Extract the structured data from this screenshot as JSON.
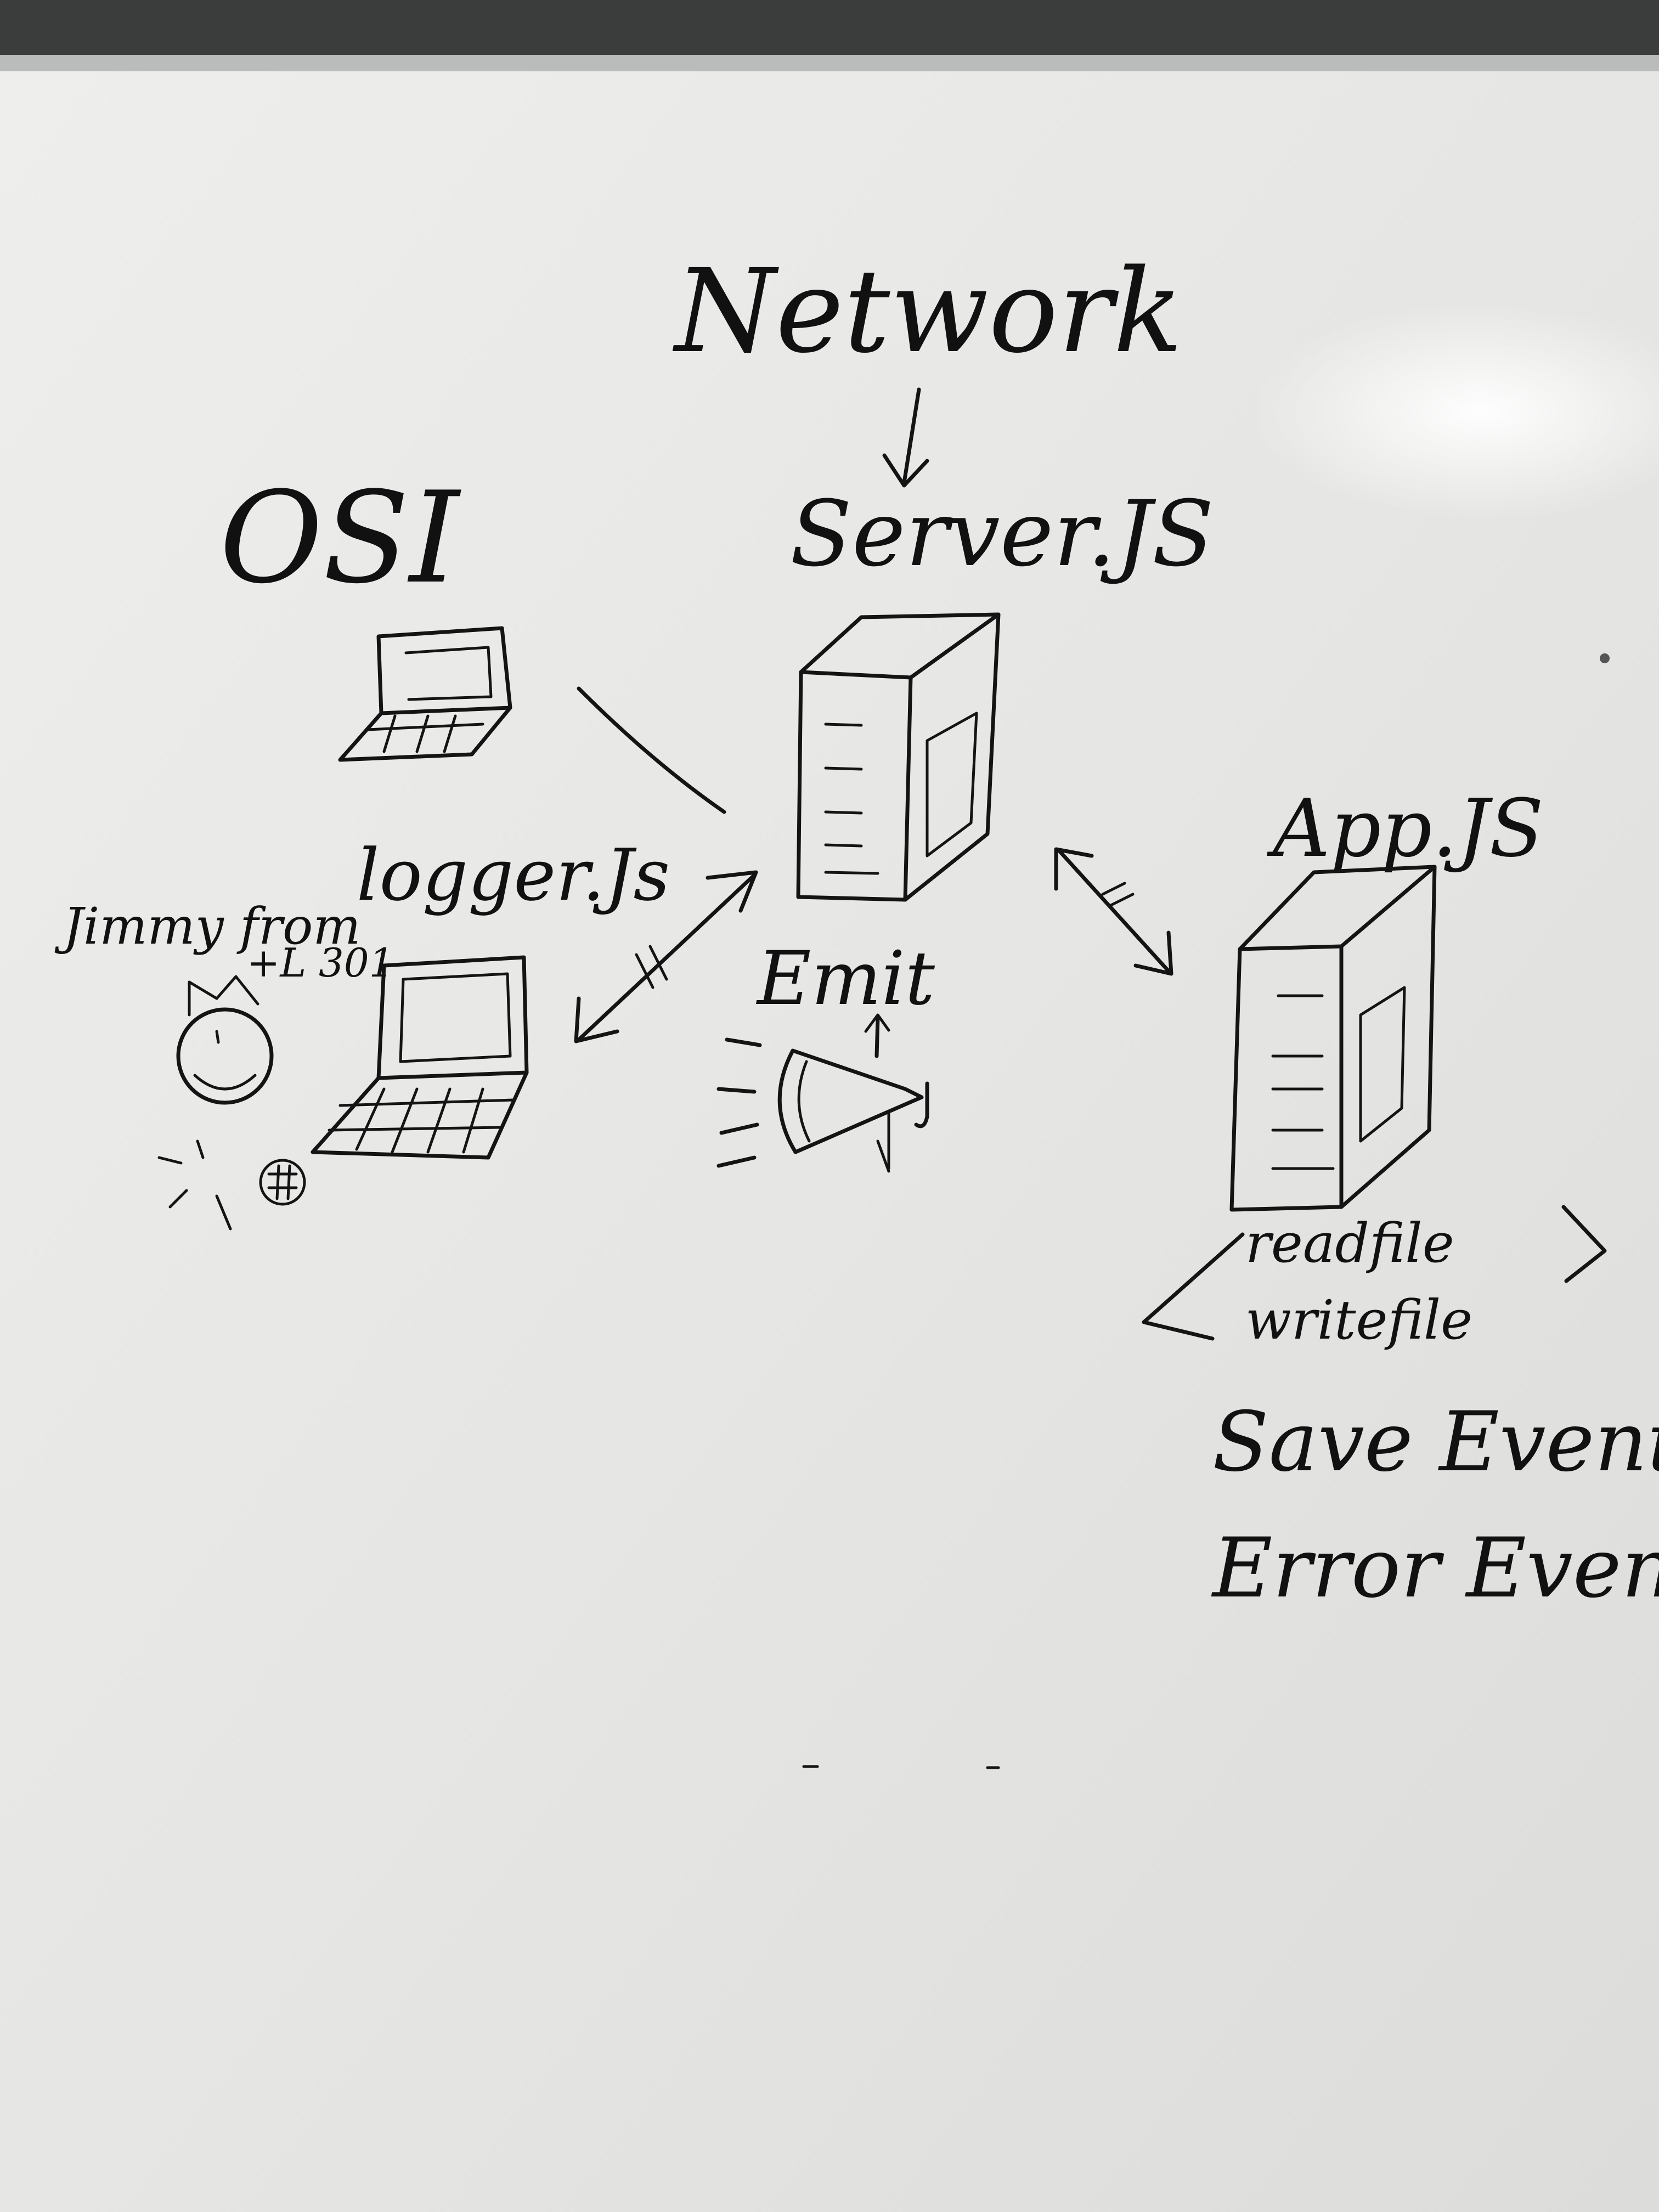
{
  "labels": {
    "network": "Network",
    "server": "Server.JS",
    "osi": "OSI",
    "logger": "logger.Js",
    "jimmy_line1": "Jimmy from",
    "jimmy_line2": "+L 301",
    "emit": "Emit",
    "app": "App.JS",
    "readfile": "readfile",
    "writefile": "writefile",
    "save_event": "Save Event",
    "error_event": "Error Event"
  },
  "colors": {
    "ink": "#141414",
    "board": "#e9e9e7",
    "frame": "#3a3d3c"
  },
  "icons": [
    "laptop-icon",
    "server-tower-icon",
    "megaphone-icon",
    "person-icon",
    "ball-icon"
  ]
}
